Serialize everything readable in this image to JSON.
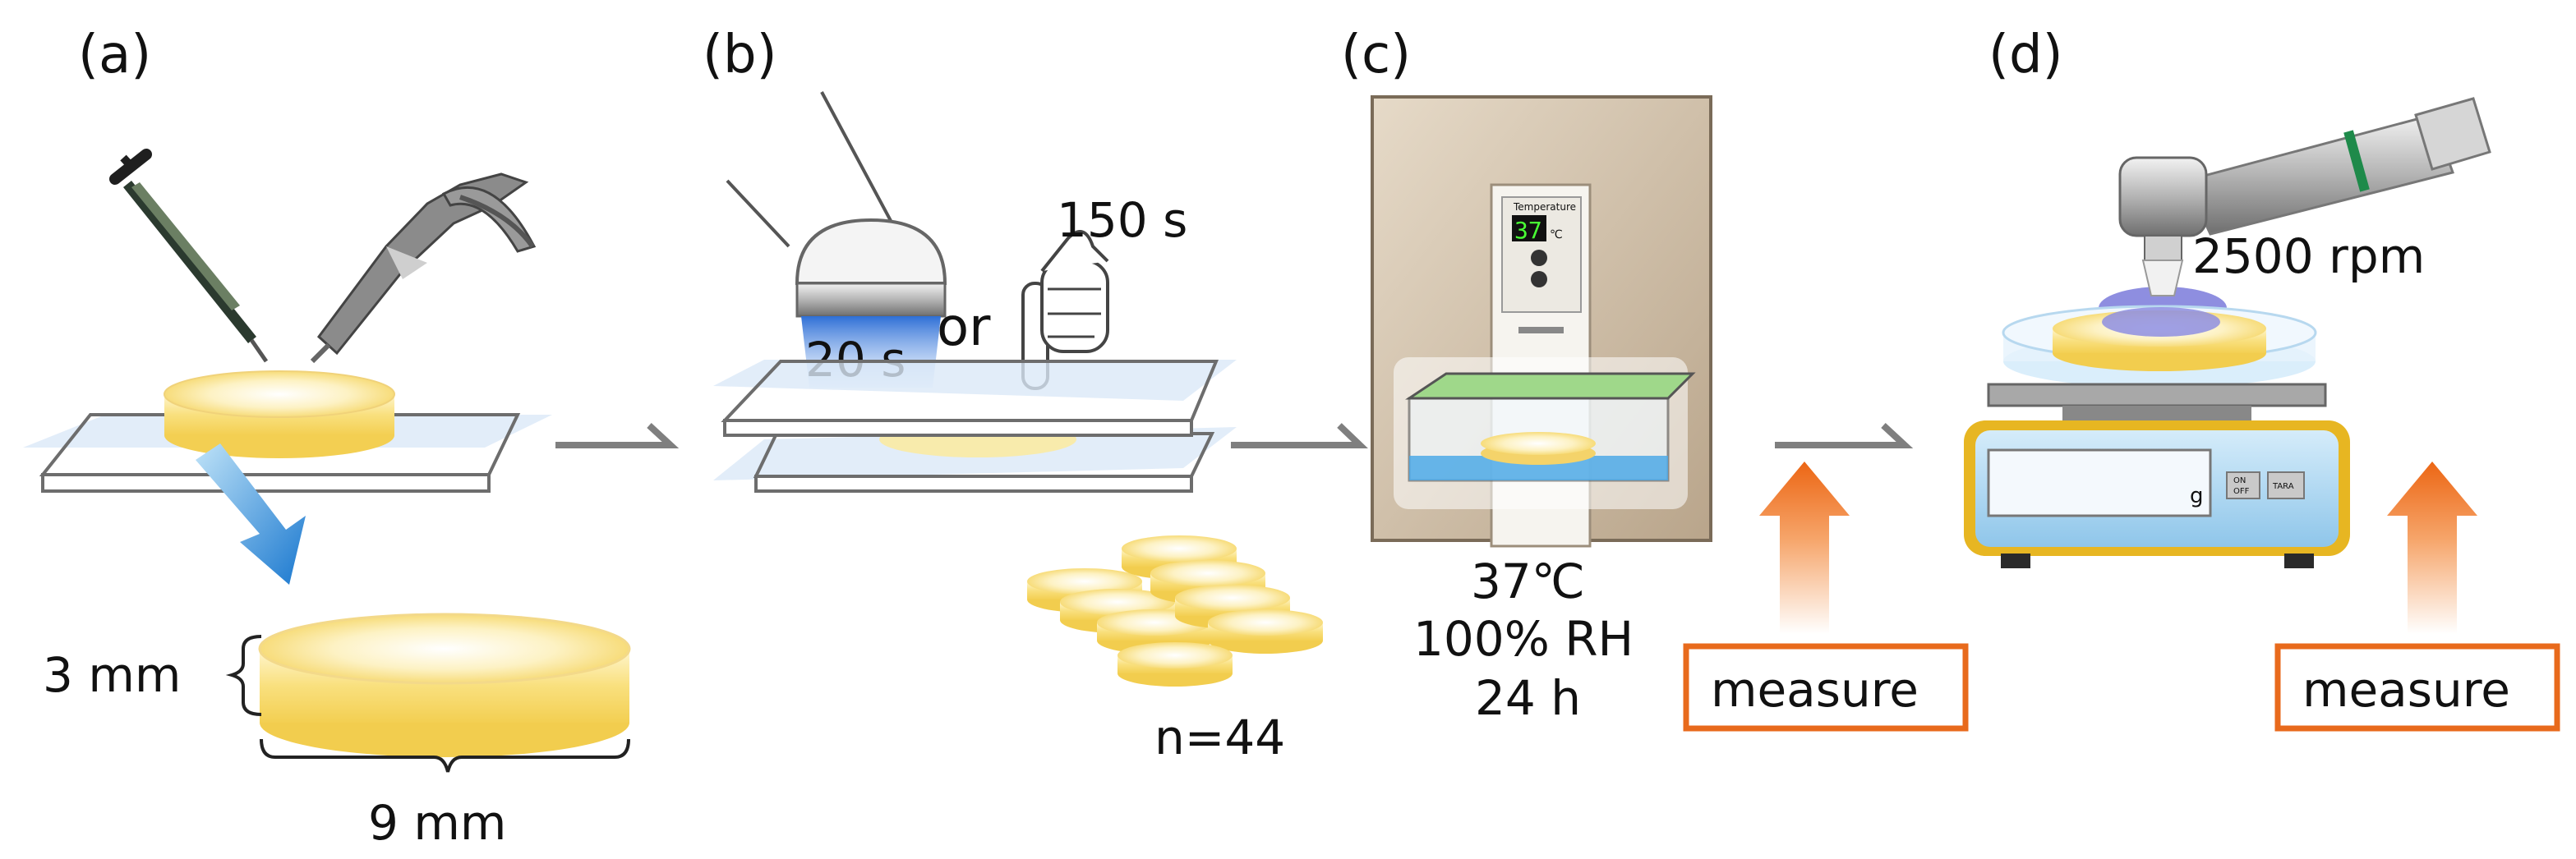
{
  "panels": [
    {
      "label": "(a)"
    },
    {
      "label": "(b)"
    },
    {
      "label": "(c)"
    },
    {
      "label": "(d)"
    }
  ],
  "panel_a": {
    "thickness": "3 mm",
    "diameter": "9 mm"
  },
  "panel_b": {
    "time_light": "20 s",
    "or_text": "or",
    "time_manual": "150 s",
    "sample_count": "n=44"
  },
  "panel_c": {
    "display_title": "Temperature",
    "display_value": "37",
    "display_unit": "℃",
    "conditions": [
      "37℃",
      "100% RH",
      "24 h"
    ]
  },
  "panel_d": {
    "speed": "2500 rpm",
    "scale_unit": "g",
    "btn_onoff": [
      "ON",
      "OFF"
    ],
    "btn_tara": "TARA"
  },
  "measure_labels": [
    "measure",
    "measure"
  ],
  "colors": {
    "specimen": "#f7dc6f",
    "arrow_orange": "#ef6a1a",
    "arrow_blue": "#1a7fd1",
    "scale_body": "#a9d6f2",
    "scale_frame": "#e7b622",
    "incubator": "#d2c0a8",
    "measure_box": "#e86a1c"
  }
}
